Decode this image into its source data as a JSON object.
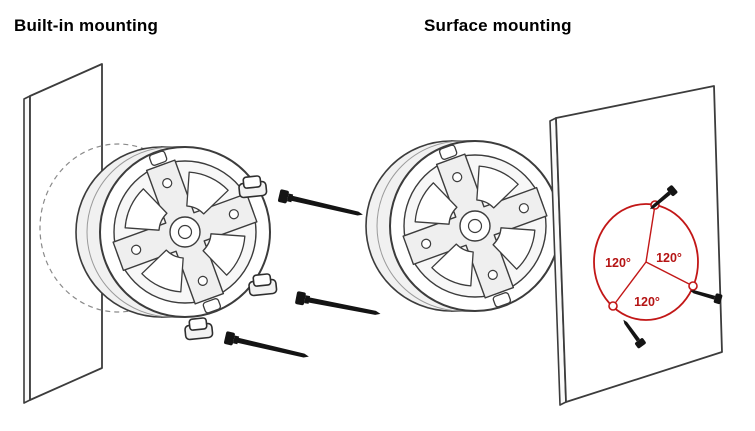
{
  "diagrams": {
    "built_in": {
      "title": "Built-in mounting"
    },
    "surface": {
      "title": "Surface mounting",
      "angle_labels": [
        "120°",
        "120°",
        "120°"
      ]
    }
  },
  "colors": {
    "outline": "#3c3c3c",
    "drill_pattern_red": "#c21717",
    "angle_label_red": "#b51414",
    "screw_black": "#141414",
    "background": "#ffffff"
  }
}
